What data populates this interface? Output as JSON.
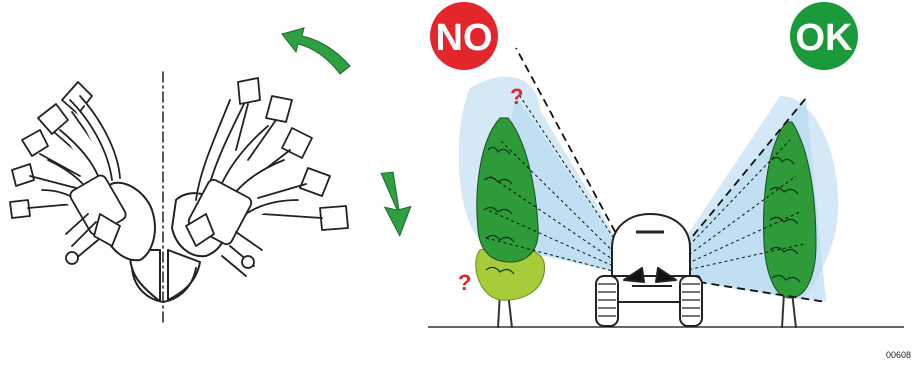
{
  "badges": {
    "no": {
      "label": "NO",
      "color": "#e3262b"
    },
    "ok": {
      "label": "OK",
      "color": "#1a9a3a"
    }
  },
  "question_marks": {
    "top": "?",
    "bottom": "?"
  },
  "figure_code": "00608",
  "colors": {
    "arrow_green": "#2ea043",
    "spray_blue": "#cfe6f5",
    "tree_green": "#2f9a3a",
    "tree_light": "#a6cc3a",
    "question_red": "#e3262b"
  },
  "icons": {
    "rotate_up": "curved-arrow-up-left-icon",
    "rotate_down": "arrow-down-icon"
  }
}
